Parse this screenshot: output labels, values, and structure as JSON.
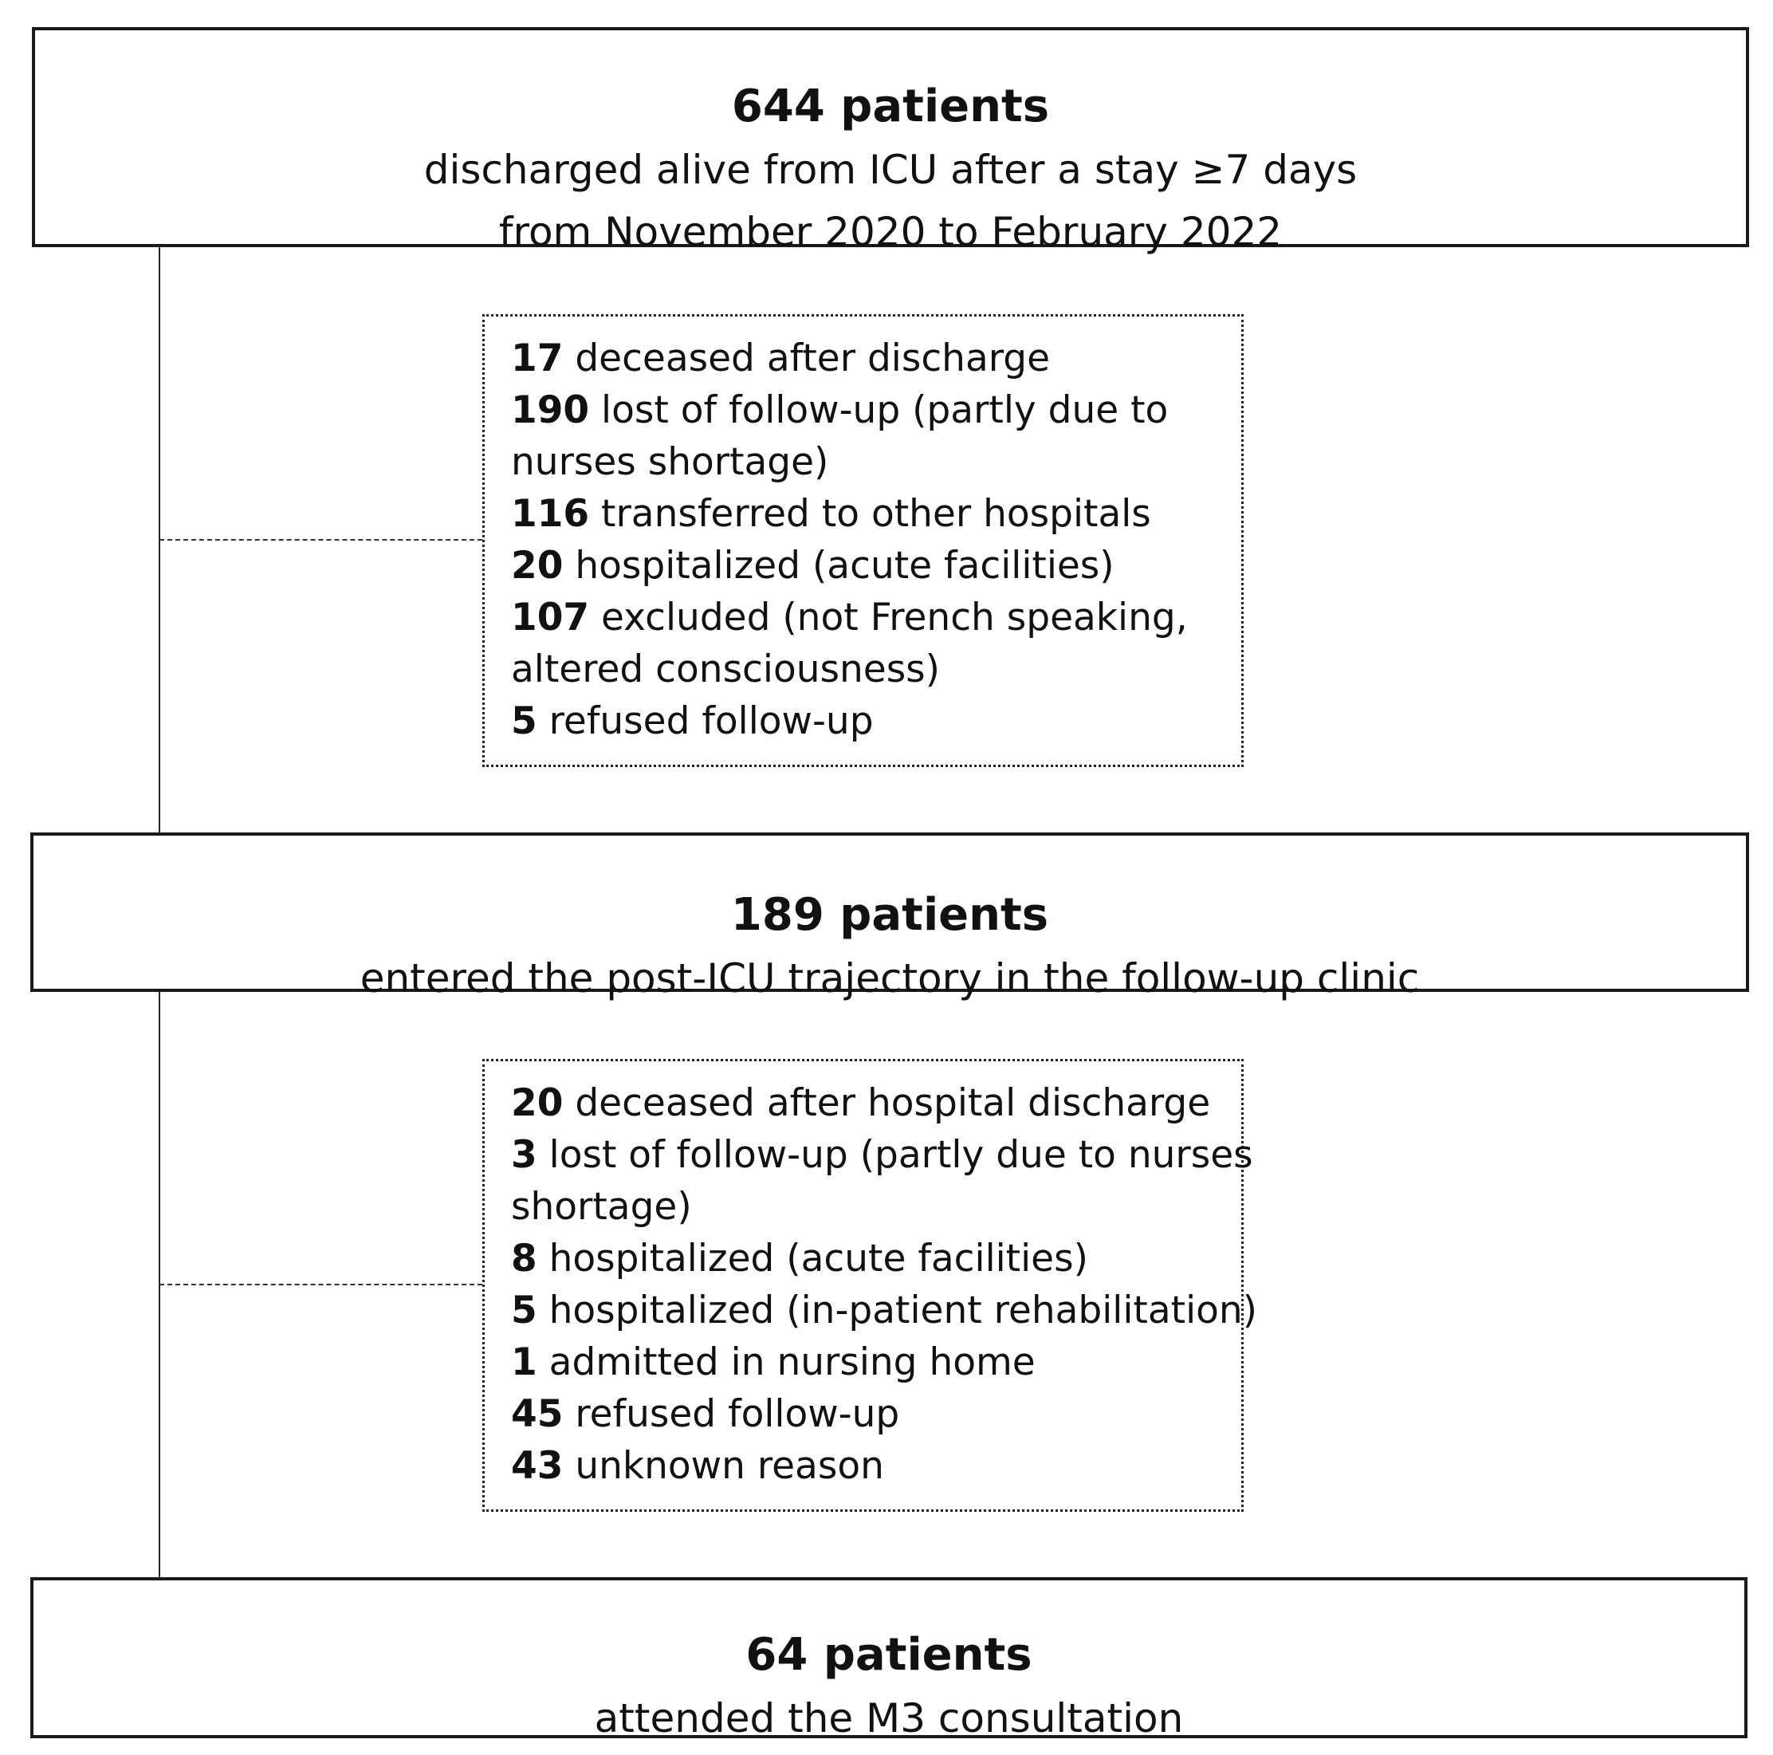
{
  "boxes": [
    {
      "title": "644 patients",
      "lines": [
        "discharged alive from ICU after a stay ≥7 days",
        "from November 2020 to February 2022"
      ]
    },
    {
      "title": "189 patients",
      "lines": [
        "entered the post-ICU trajectory in the follow-up clinic"
      ]
    },
    {
      "title": "64 patients",
      "lines": [
        "attended the M3 consultation"
      ]
    }
  ],
  "exclusions": [
    {
      "rows": [
        {
          "count": "17",
          "text": " deceased after discharge"
        },
        {
          "count": "190",
          "text": " lost of follow-up (partly due to"
        },
        {
          "count": "",
          "text": "nurses shortage)"
        },
        {
          "count": "116",
          "text": " transferred to other hospitals"
        },
        {
          "count": "20",
          "text": " hospitalized (acute facilities)"
        },
        {
          "count": "107",
          "text": " excluded (not French speaking,"
        },
        {
          "count": "",
          "text": "altered consciousness)"
        },
        {
          "count": "5",
          "text": " refused follow-up"
        }
      ]
    },
    {
      "rows": [
        {
          "count": "20",
          "text": " deceased after hospital discharge"
        },
        {
          "count": "3",
          "text": " lost of follow-up (partly due to nurses"
        },
        {
          "count": "",
          "text": "shortage)"
        },
        {
          "count": "8",
          "text": " hospitalized (acute facilities)"
        },
        {
          "count": "5",
          "text": " hospitalized (in-patient rehabilitation)"
        },
        {
          "count": "1",
          "text": " admitted in nursing home"
        },
        {
          "count": "45",
          "text": " refused follow-up"
        },
        {
          "count": "43",
          "text": " unknown reason"
        }
      ]
    }
  ]
}
